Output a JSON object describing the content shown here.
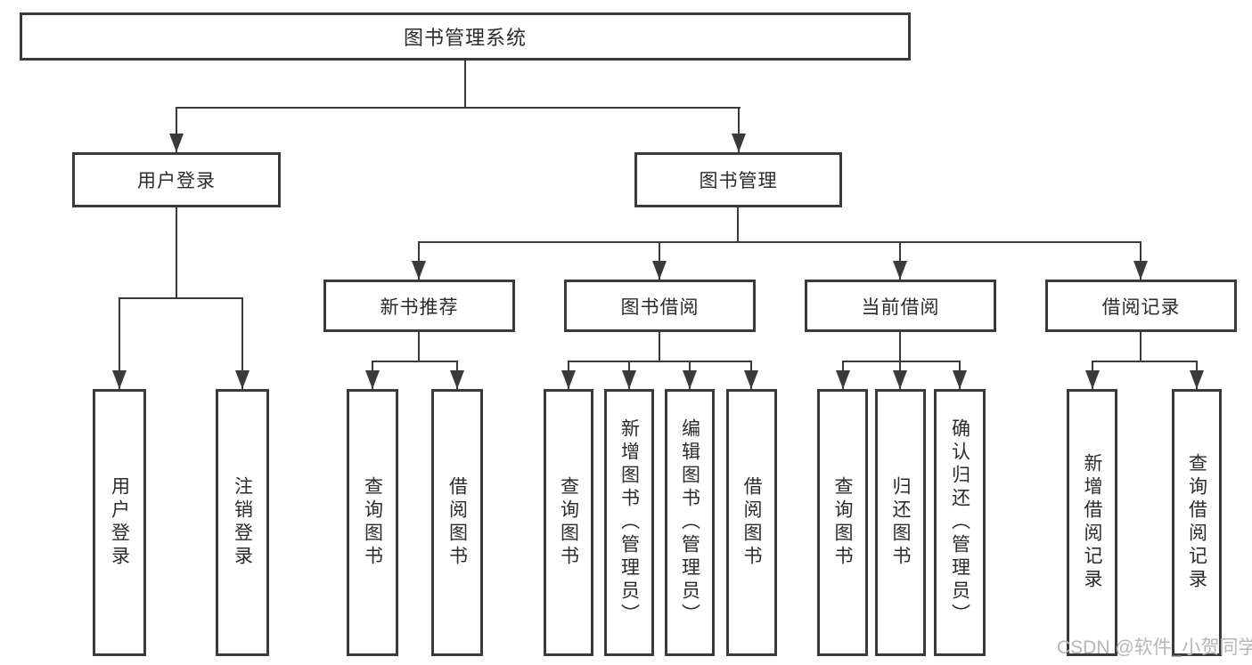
{
  "diagram_title": "图书管理系统",
  "nodes": {
    "root": {
      "label": "图书管理系统"
    },
    "user_login_group": {
      "label": "用户登录"
    },
    "book_mgmt": {
      "label": "图书管理"
    },
    "new_book_rec": {
      "label": "新书推荐"
    },
    "book_borrow": {
      "label": "图书借阅"
    },
    "current_borrow": {
      "label": "当前借阅"
    },
    "borrow_record": {
      "label": "借阅记录"
    },
    "leaf_user_login": {
      "label": "用户登录"
    },
    "leaf_logout": {
      "label": "注销登录"
    },
    "leaf_nbr_query": {
      "label": "查询图书"
    },
    "leaf_nbr_borrow": {
      "label": "借阅图书"
    },
    "leaf_bb_query": {
      "label": "查询图书"
    },
    "leaf_bb_add": {
      "label": "新增图书（管理员）"
    },
    "leaf_bb_edit": {
      "label": "编辑图书（管理员）"
    },
    "leaf_bb_borrow": {
      "label": "借阅图书"
    },
    "leaf_cb_query": {
      "label": "查询图书"
    },
    "leaf_cb_return": {
      "label": "归还图书"
    },
    "leaf_cb_confirm": {
      "label": "确认归还（管理员）"
    },
    "leaf_br_add": {
      "label": "新增借阅记录"
    },
    "leaf_br_query": {
      "label": "查询借阅记录"
    }
  },
  "watermark": {
    "text": "CSDN @软件_小贺同学"
  },
  "colors": {
    "line": "#3a3a3a",
    "text": "#2b2b2b",
    "watermark": "#b3b7bb",
    "background": "#ffffff"
  }
}
